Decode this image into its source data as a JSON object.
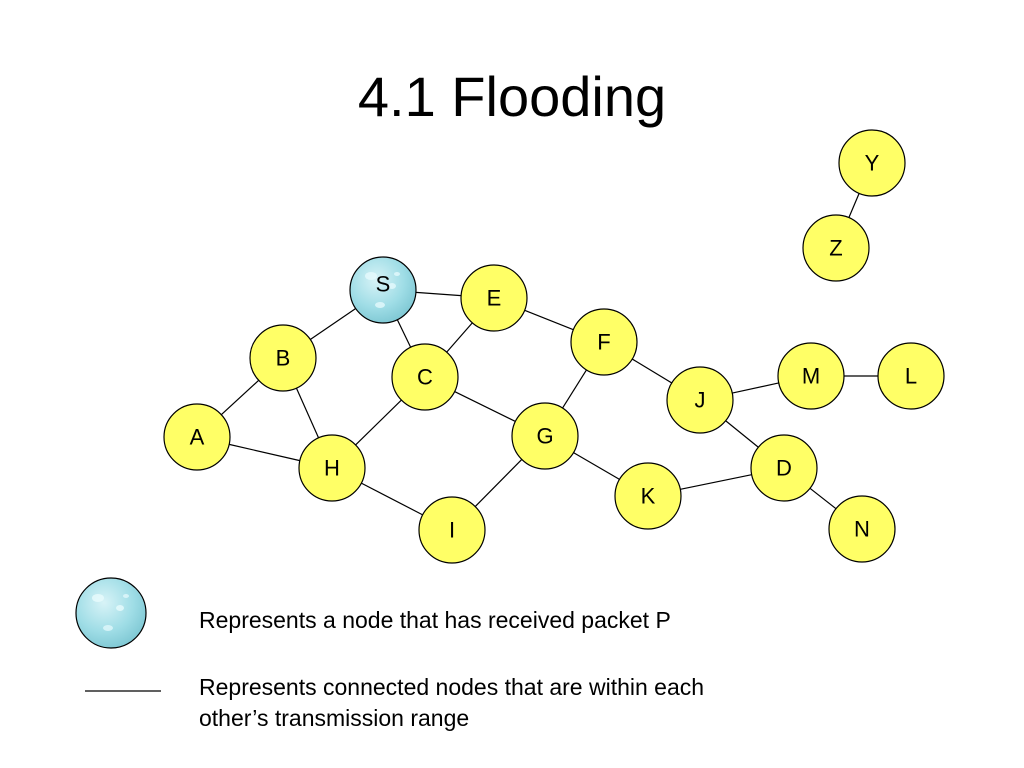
{
  "slide": {
    "title": "4.1 Flooding"
  },
  "diagram": {
    "colors": {
      "unvisited": "#ffff66",
      "received": "#9fdde6",
      "stroke": "#000000"
    },
    "nodes": [
      {
        "id": "S",
        "label": "S",
        "state": "received"
      },
      {
        "id": "E",
        "label": "E",
        "state": "unvisited"
      },
      {
        "id": "B",
        "label": "B",
        "state": "unvisited"
      },
      {
        "id": "C",
        "label": "C",
        "state": "unvisited"
      },
      {
        "id": "F",
        "label": "F",
        "state": "unvisited"
      },
      {
        "id": "A",
        "label": "A",
        "state": "unvisited"
      },
      {
        "id": "H",
        "label": "H",
        "state": "unvisited"
      },
      {
        "id": "G",
        "label": "G",
        "state": "unvisited"
      },
      {
        "id": "I",
        "label": "I",
        "state": "unvisited"
      },
      {
        "id": "K",
        "label": "K",
        "state": "unvisited"
      },
      {
        "id": "J",
        "label": "J",
        "state": "unvisited"
      },
      {
        "id": "M",
        "label": "M",
        "state": "unvisited"
      },
      {
        "id": "L",
        "label": "L",
        "state": "unvisited"
      },
      {
        "id": "D",
        "label": "D",
        "state": "unvisited"
      },
      {
        "id": "N",
        "label": "N",
        "state": "unvisited"
      },
      {
        "id": "Y",
        "label": "Y",
        "state": "unvisited"
      },
      {
        "id": "Z",
        "label": "Z",
        "state": "unvisited"
      }
    ],
    "edges": [
      [
        "S",
        "E"
      ],
      [
        "S",
        "B"
      ],
      [
        "S",
        "C"
      ],
      [
        "E",
        "C"
      ],
      [
        "E",
        "F"
      ],
      [
        "B",
        "A"
      ],
      [
        "B",
        "H"
      ],
      [
        "A",
        "H"
      ],
      [
        "C",
        "H"
      ],
      [
        "C",
        "G"
      ],
      [
        "H",
        "I"
      ],
      [
        "G",
        "I"
      ],
      [
        "G",
        "F"
      ],
      [
        "G",
        "K"
      ],
      [
        "F",
        "J"
      ],
      [
        "J",
        "M"
      ],
      [
        "M",
        "L"
      ],
      [
        "J",
        "D"
      ],
      [
        "K",
        "D"
      ],
      [
        "D",
        "N"
      ],
      [
        "Y",
        "Z"
      ]
    ]
  },
  "legend": {
    "received_text": "Represents a node that has received packet P",
    "edge_text": "Represents connected nodes that are within each other’s transmission range"
  }
}
